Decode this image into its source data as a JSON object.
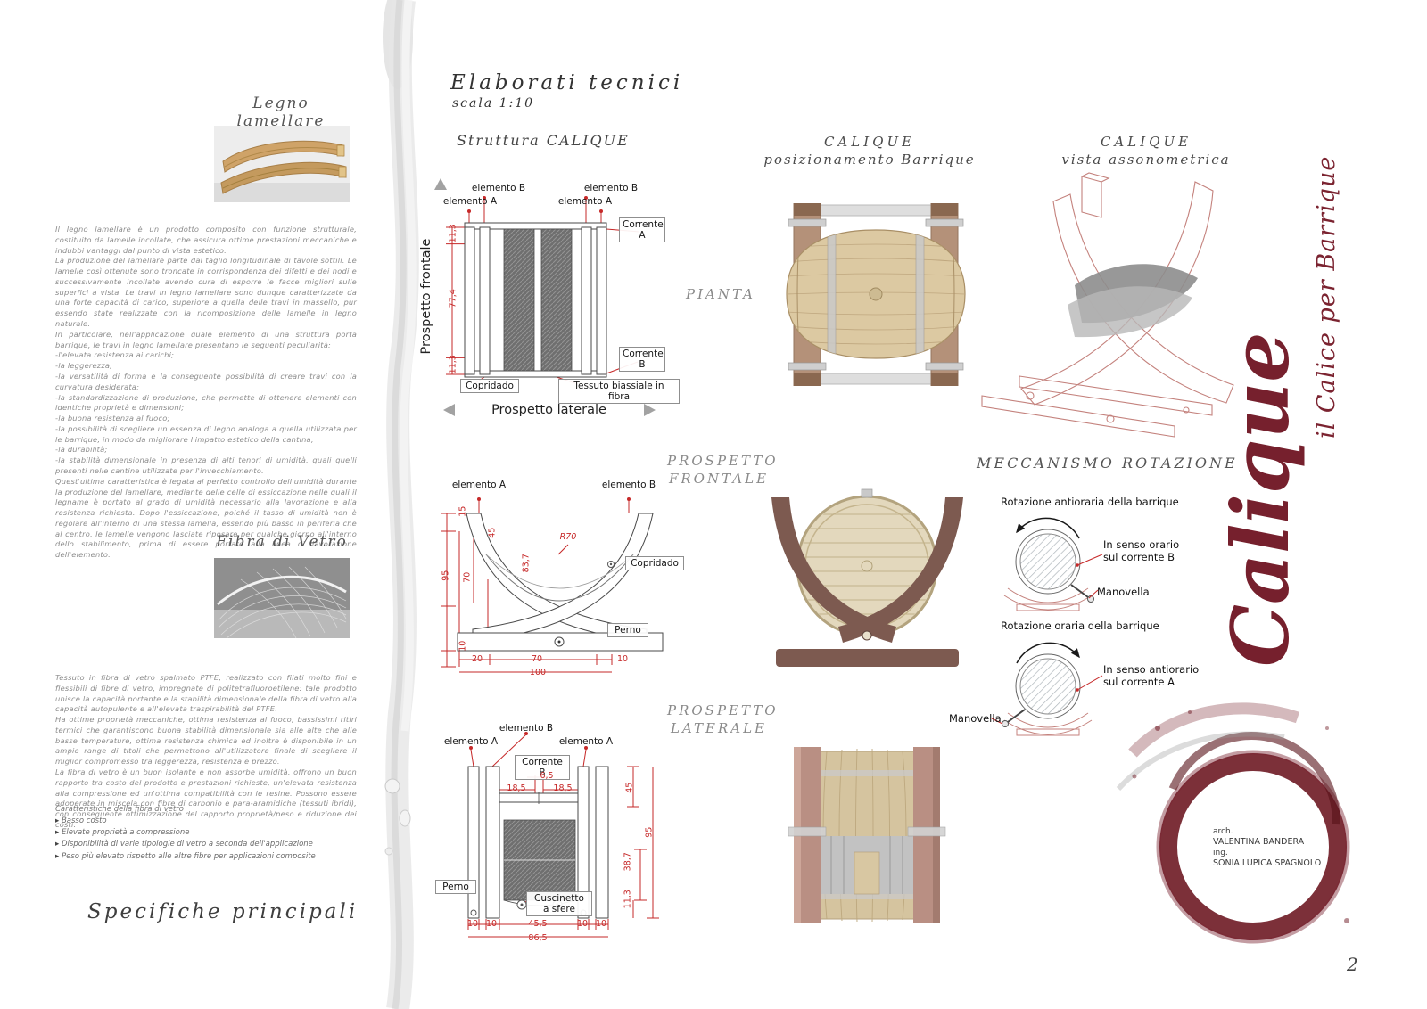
{
  "page_number": "2",
  "left": {
    "legno_title": "Legno lamellare",
    "legno_text": "Il legno lamellare è un prodotto composito con funzione strutturale, costituito da lamelle incollate, che assicura ottime prestazioni meccaniche e indubbi vantaggi dal punto di vista estetico.\nLa produzione del lamellare parte dal taglio longitudinale di tavole sottili. Le lamelle così ottenute sono troncate in corrispondenza dei difetti e dei nodi e successivamente incollate avendo cura di esporre le facce migliori sulle superfici a vista. Le travi in legno lamellare sono dunque caratterizzate da una forte capacità di carico, superiore a quella delle travi in massello, pur essendo state realizzate con la ricomposizione delle lamelle in legno naturale.\nIn particolare, nell'applicazione quale elemento di una struttura porta barrique, le travi in legno lamellare presentano le seguenti peculiarità:\n-l'elevata resistenza ai carichi;\n-la leggerezza;\n-la versatilità di forma e la conseguente possibilità di creare travi con la curvatura desiderata;\n-la standardizzazione di produzione, che permette di ottenere elementi con identiche proprietà e dimensioni;\n-la buona resistenza al fuoco;\n-la possibilità di scegliere un essenza di legno analoga a quella utilizzata per le barrique, in modo da migliorare l'impatto estetico della cantina;\n-la durabilità;\n-la stabilità dimensionale in presenza di alti tenori di umidità, quali quelli presenti nelle cantine utilizzate per l'invecchiamento.\nQuest'ultima caratteristica è legata al perfetto controllo dell'umidità durante la produzione del lamellare, mediante delle celle di essiccazione nelle quali il legname è portato al grado di umidità necessario alla lavorazione e alla resistenza richiesta. Dopo l'essiccazione, poiché il tasso di umidità non è regolare all'interno di una stessa lamella, essendo più basso in periferia che al centro, le lamelle vengono lasciate riposare per qualche giorno all'interno dello stabilimento, prima di essere portate alla linea di lavorazione dell'elemento.",
    "fibra_title": "Fibra di Vetro",
    "fibra_text": "Tessuto in fibra di vetro spalmato PTFE, realizzato con filati molto fini e flessibili di fibre di vetro, impregnate di politetrafluoroetilene: tale prodotto unisce la capacità portante e la stabilità dimensionale della fibra di vetro alla capacità autopulente e all'elevata traspirabilità del PTFE.\nHa ottime proprietà meccaniche, ottima resistenza al fuoco, bassissimi ritiri termici che garantiscono buona stabilità dimensionale sia alle alte che alle basse temperature, ottima resistenza chimica ed inoltre è disponibile in un ampio range di titoli che permettono all'utilizzatore finale di scegliere il miglior compromesso tra leggerezza, resistenza e prezzo.\nLa fibra di vetro è un buon isolante e non assorbe umidità, offrono un buon rapporto tra costo del prodotto e prestazioni richieste, un'elevata resistenza alla compressione ed un'ottima compatibilità con le resine. Possono essere adoperate in miscela con fibre di carbonio e para-aramidiche (tessuti ibridi), con conseguente ottimizzazione del rapporto proprietà/peso e riduzione dei costi.",
    "caratteristiche_title": "Caratteristiche della fibra di vetro",
    "caratteristiche": [
      "Basso costo",
      "Elevate proprietà a compressione",
      "Disponibilità di varie tipologie di vetro a seconda dell'applicazione",
      "Peso più elevato rispetto alle altre fibre per applicazioni composite"
    ],
    "specifiche_title": "Specifiche principali"
  },
  "tecnici": {
    "title": "Elaborati tecnici",
    "scala": "scala 1:10",
    "struttura_title": "Struttura CALIQUE"
  },
  "labels": {
    "elemento_a": "elemento A",
    "elemento_b": "elemento B",
    "corrente_a": "Corrente A",
    "corrente_b": "Corrente B",
    "copridado": "Copridado",
    "tessuto": "Tessuto biassiale in fibra",
    "prospetto_frontale": "Prospetto frontale",
    "prospetto_laterale": "Prospetto laterale",
    "perno": "Perno",
    "cuscinetto": "Cuscinetto\na sfere",
    "raggio": "R70"
  },
  "dims": {
    "s1_top": "11,3",
    "s1_mid": "77,4",
    "s1_bot": "11,3",
    "f_15": "15",
    "f_45": "45",
    "f_95": "95",
    "f_70": "70",
    "f_837": "83,7",
    "f_10": "10",
    "f_b20": "20",
    "f_b70": "70",
    "f_b10": "10",
    "f_b100": "100",
    "l_65": "6,5",
    "l_185a": "18,5",
    "l_185b": "18,5",
    "l_45": "45",
    "l_95": "95",
    "l_387": "38,7",
    "l_113": "11,3",
    "l_b10a": "10",
    "l_b10b": "10",
    "l_b455": "45,5",
    "l_b10c": "10",
    "l_b10d": "10",
    "l_b865": "86,5"
  },
  "viste": {
    "pos_title": "CALIQUE",
    "pos_subtitle": "posizionamento Barrique",
    "pianta": "PIANTA",
    "pf1": "PROSPETTO",
    "pf2": "FRONTALE",
    "pl1": "PROSPETTO",
    "pl2": "LATERALE",
    "ax_title": "CALIQUE",
    "ax_subtitle": "vista assonometrica"
  },
  "meccanismo": {
    "title": "MECCANISMO ROTAZIONE",
    "caption_antioraria": "Rotazione antioraria della barrique",
    "nota_orario": "In senso orario\nsul corrente B",
    "manovella_1": "Manovella",
    "caption_oraria": "Rotazione oraria della barrique",
    "nota_antiorario": "In senso antiorario\nsul corrente A",
    "manovella_2": "Manovella"
  },
  "brand": {
    "name": "Calique",
    "tagline": "il Calice per Barrique",
    "credit_arch_label": "arch.",
    "credit_arch_name": "VALENTINA BANDERA",
    "credit_ing_label": "ing.",
    "credit_ing_name": "SONIA LUPICA SPAGNOLO"
  },
  "colors": {
    "maroon": "#76202d",
    "dimension_red": "#c62828",
    "barrel_tan": "#dcc9a2",
    "cradle_brown": "#7d5a50",
    "rail_brown": "#b49179"
  }
}
